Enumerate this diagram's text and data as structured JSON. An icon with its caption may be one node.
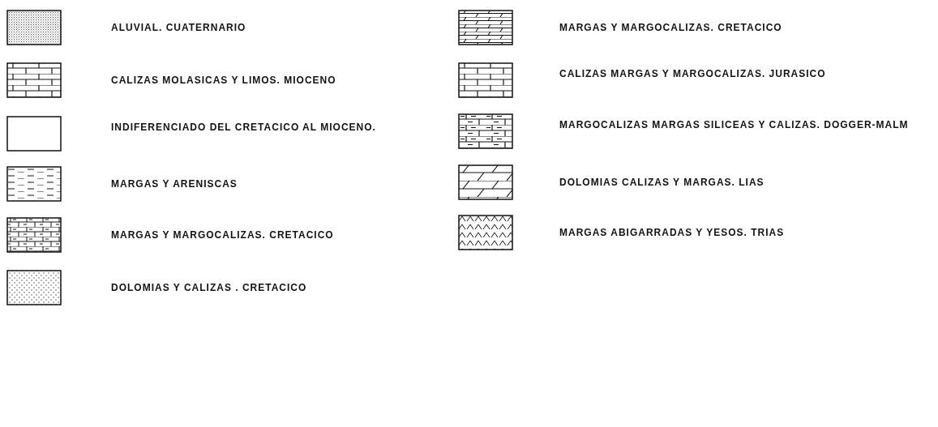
{
  "diagram": {
    "legend": [
      {
        "text": "ALUVIAL. CUATERNARIO"
      },
      {
        "text": "CALIZAS MOLASICAS Y LIMOS. MIOCENO"
      },
      {
        "text": "INDIFERENCIADO DEL CRETACICO AL MIOCENO."
      },
      {
        "text": "MARGAS Y ARENISCAS"
      },
      {
        "text": "MARGAS Y MARGOCALIZAS. CRETACICO"
      },
      {
        "text": "DOLOMIAS Y CALIZAS . CRETACICO"
      },
      {
        "text": "MARGAS Y MARGOCALIZAS. CRETACICO"
      },
      {
        "text": "CALIZAS MARGAS Y MARGOCALIZAS. JURASICO"
      },
      {
        "text": "MARGOCALIZAS MARGAS SILICEAS Y CALIZAS. DOGGER-MALM"
      },
      {
        "text": "DOLOMIAS CALIZAS Y MARGAS. LIAS"
      },
      {
        "text": "MARGAS ABIGARRADAS Y YESOS. TRIAS"
      }
    ]
  }
}
